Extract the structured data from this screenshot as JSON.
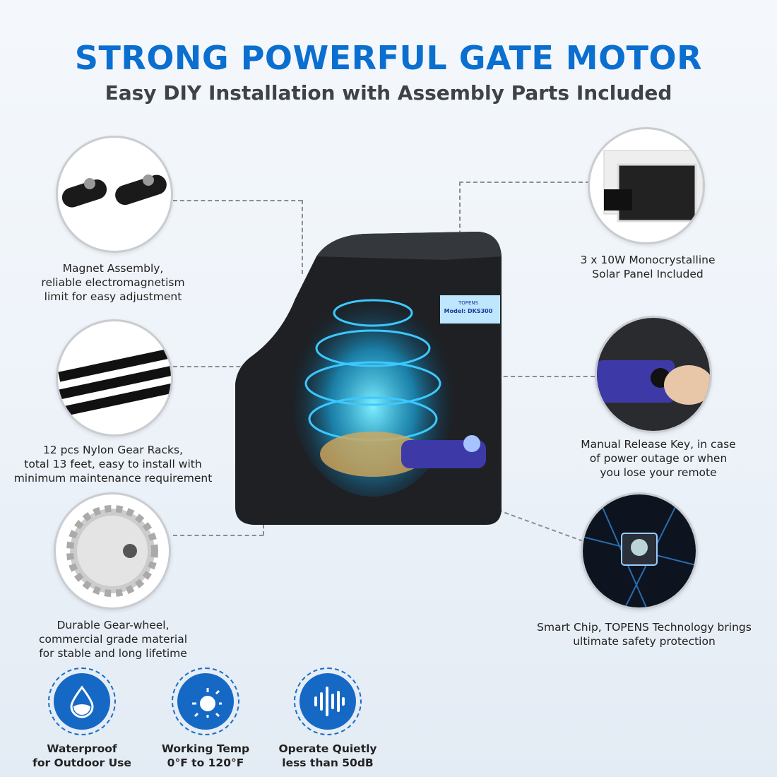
{
  "header": {
    "title": "STRONG POWERFUL GATE MOTOR",
    "subtitle": "Easy DIY Installation with Assembly Parts Included"
  },
  "features_left": [
    {
      "icon": "magnet-assembly-image",
      "lines": [
        "Magnet Assembly,",
        "reliable electromagnetism",
        "limit for easy adjustment"
      ]
    },
    {
      "icon": "gear-racks-image",
      "lines": [
        "12 pcs Nylon Gear Racks,",
        "total 13 feet, easy to install with",
        "minimum maintenance requirement"
      ]
    },
    {
      "icon": "gear-wheel-image",
      "lines": [
        "Durable Gear-wheel,",
        "commercial grade material",
        "for stable and long lifetime"
      ]
    }
  ],
  "features_right": [
    {
      "icon": "solar-panel-image",
      "lines": [
        "3 x 10W Monocrystalline",
        "Solar Panel Included"
      ]
    },
    {
      "icon": "release-key-image",
      "lines": [
        "Manual Release Key, in case",
        "of power outage or when",
        "you lose your remote"
      ]
    },
    {
      "icon": "smart-chip-image",
      "lines": [
        "Smart Chip, TOPENS Technology brings",
        "ultimate safety protection"
      ]
    }
  ],
  "badges": [
    {
      "icon": "water-drop-icon",
      "lines": [
        "Waterproof",
        "for Outdoor Use"
      ]
    },
    {
      "icon": "temperature-icon",
      "lines": [
        "Working Temp",
        "0°F to 120°F"
      ]
    },
    {
      "icon": "sound-wave-icon",
      "lines": [
        "Operate Quietly",
        "less than 50dB"
      ]
    }
  ],
  "product_label": {
    "brand": "TOPENS",
    "model": "Model: DKS300"
  },
  "colors": {
    "accent": "#0b6fd0",
    "badge": "#1569c5",
    "text": "#222222"
  }
}
